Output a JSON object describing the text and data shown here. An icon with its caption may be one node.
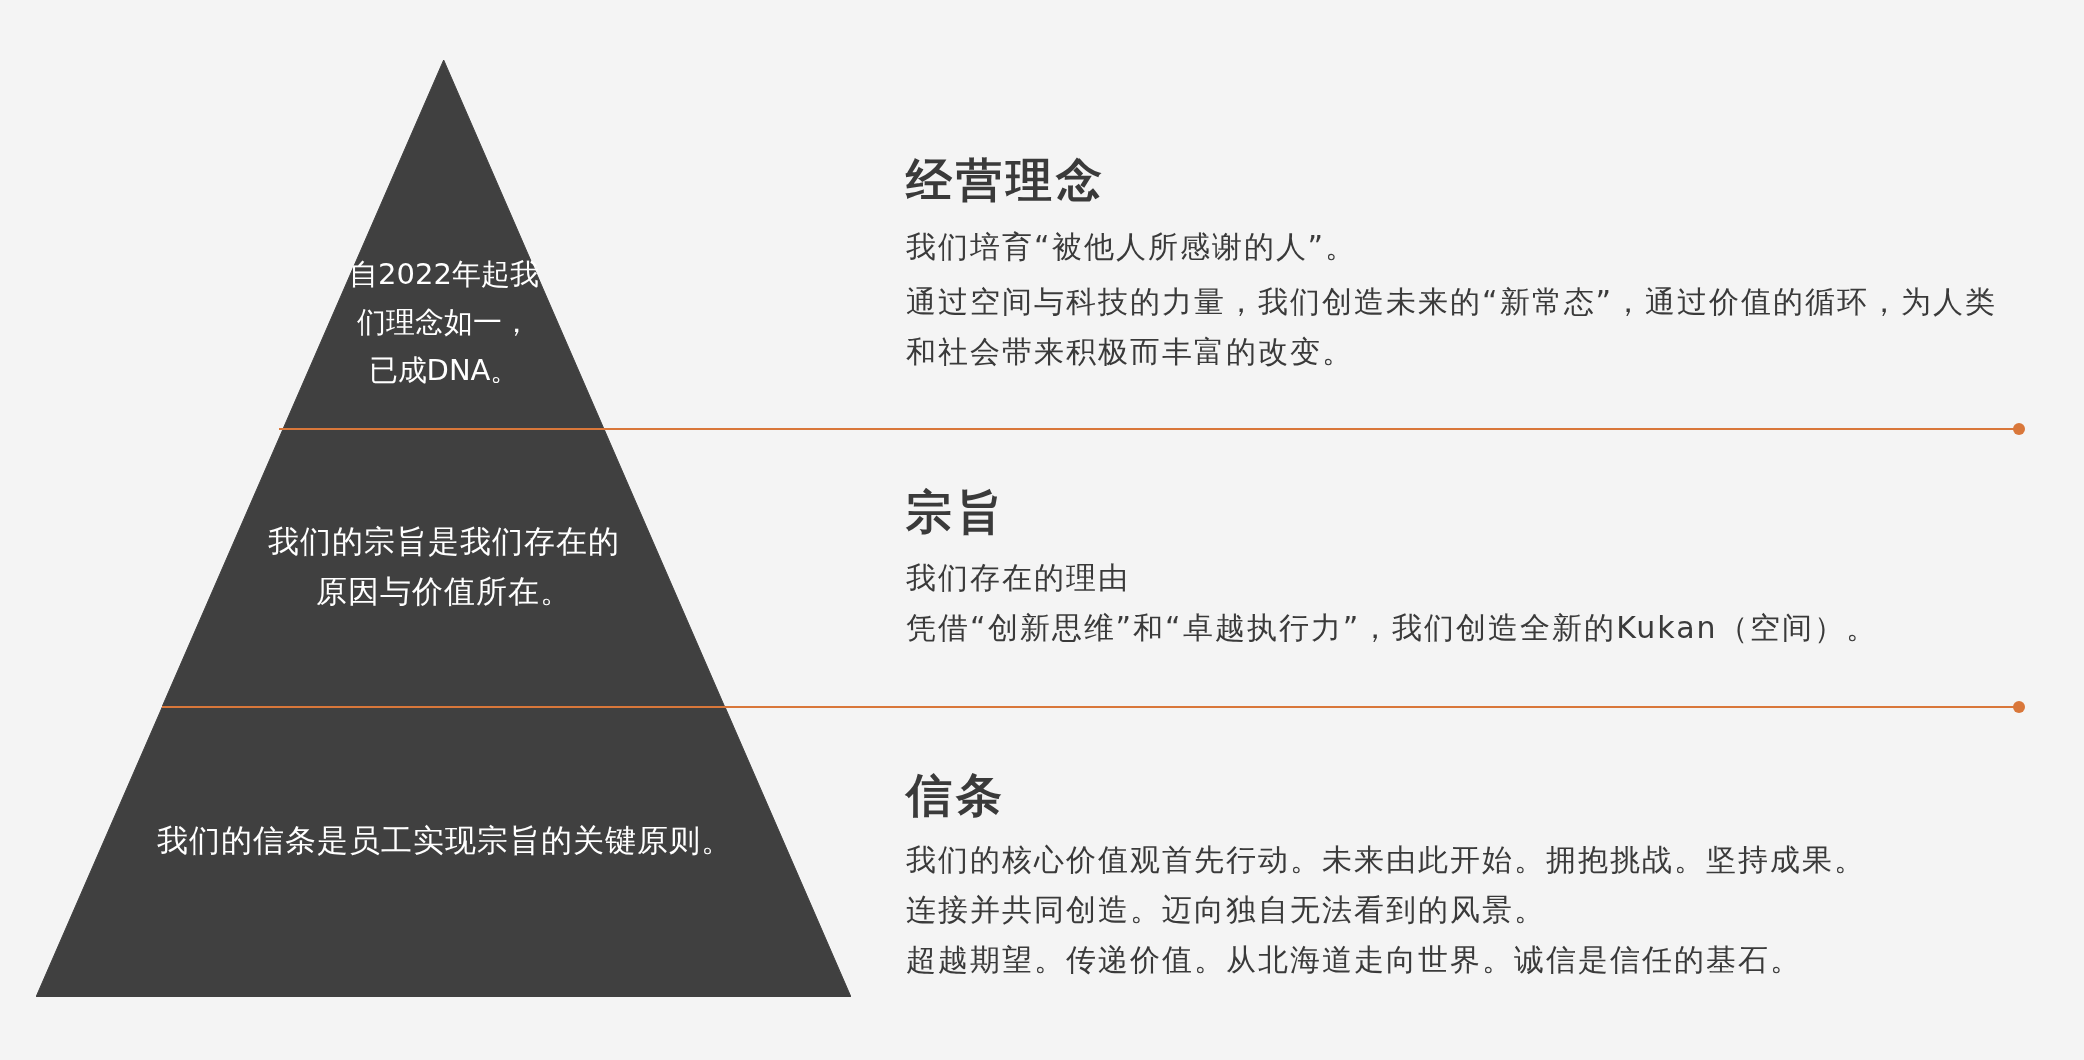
{
  "diagram": {
    "nodes": [
      {
        "text": [
          "自2022年起我们理念如一，已成DNA。"
        ]
      },
      {
        "text": [
          "我们的宗旨是我们存在的原因与价值所在。"
        ]
      },
      {
        "text": [
          "我们的信条是员工实现宗旨的关键原则。"
        ]
      }
    ],
    "labels": [
      "经营理念",
      "我们培育“被他人所感谢的人”。",
      "通过空间与科技的力量，我们创造未来的“新常态”，通过价值的循环，为人类和社会带来积极而丰富的改变。",
      "宗旨",
      "我们存在的理由",
      "凭借“创新思维”和“卓越执行力”，我们创造全新的Kukan（空间）。",
      "信条",
      "我们的核心价值观首先行动。未来由此开始。拥抱挑战。坚持成果。",
      "连接并共同创造。迈向独自无法看到的风景。",
      "超越期望。传递价值。从北海道走向世界。诚信是信任的基石。"
    ]
  }
}
